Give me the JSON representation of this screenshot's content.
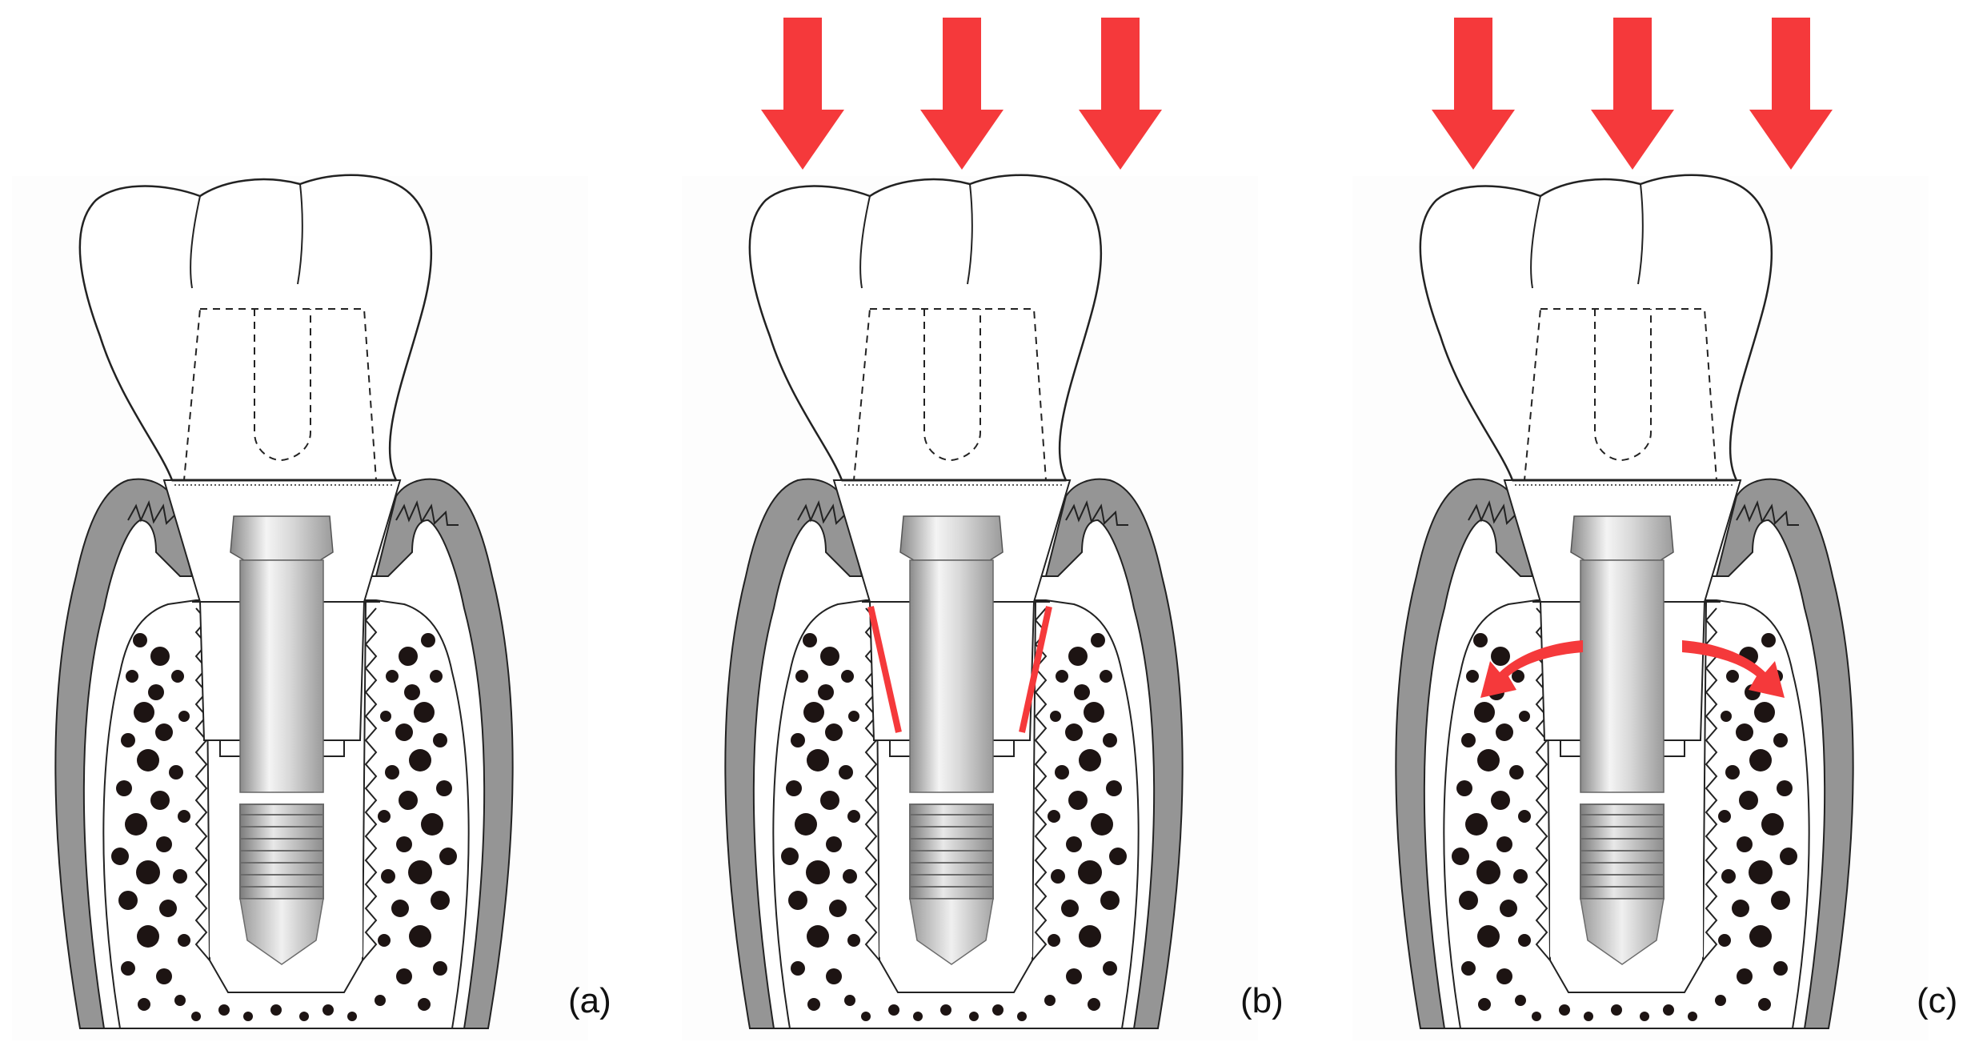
{
  "panels": [
    {
      "label": "(a)",
      "load": "none"
    },
    {
      "label": "(b)",
      "load": "axial",
      "highlight": "abutment-implant-interface"
    },
    {
      "label": "(c)",
      "load": "axial",
      "highlight": "bone-stress"
    }
  ],
  "colors": {
    "arrow_red": "#f5393b",
    "gingiva_gray": "#959595",
    "bone_pore": "#1d1413",
    "screw_metal": "#b5b5b5",
    "outline": "#222222",
    "panel_background": "#fdfdfd"
  },
  "icons": [
    "down-arrow-icon",
    "curved-arrow-icon"
  ]
}
